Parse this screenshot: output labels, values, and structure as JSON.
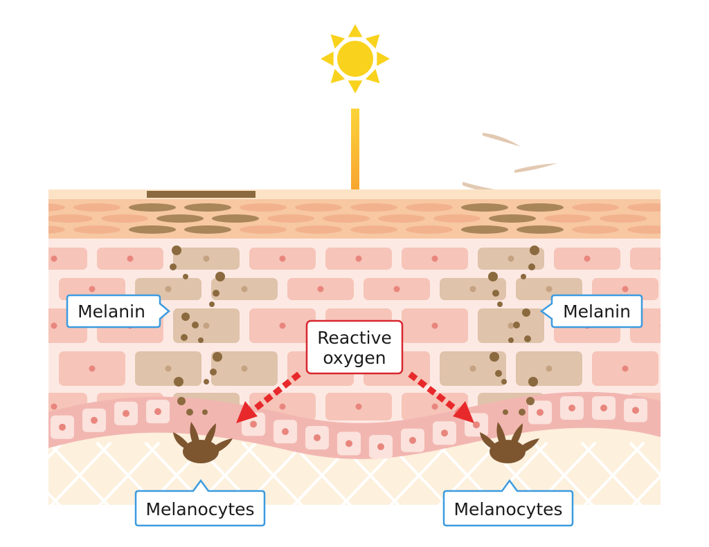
{
  "labels": {
    "melanin_left": "Melanin",
    "melanin_right": "Melanin",
    "reactive_oxygen_line1": "Reactive",
    "reactive_oxygen_line2": "oxygen",
    "melanocytes_left": "Melanocytes",
    "melanocytes_right": "Melanocytes"
  },
  "colors": {
    "sun": "#f9d21d",
    "ray_top": "#fcd43a",
    "ray_bottom": "#f26522",
    "callout_border": "#3b9be0",
    "ro_border": "#d7262e",
    "arrow_red": "#e8292b",
    "stratum_corneum": "#f7c8a2",
    "epidermis_bg": "#fde9e4",
    "keratinocyte": "#f6c4b8",
    "pigmented_cell": "#dfc3aa",
    "melanin_granule": "#8a6a3e",
    "basal_layer": "#f2b6b1",
    "basal_cell": "#fbe2dc",
    "dermis": "#fdf0dd",
    "melanocyte": "#7d5630"
  }
}
